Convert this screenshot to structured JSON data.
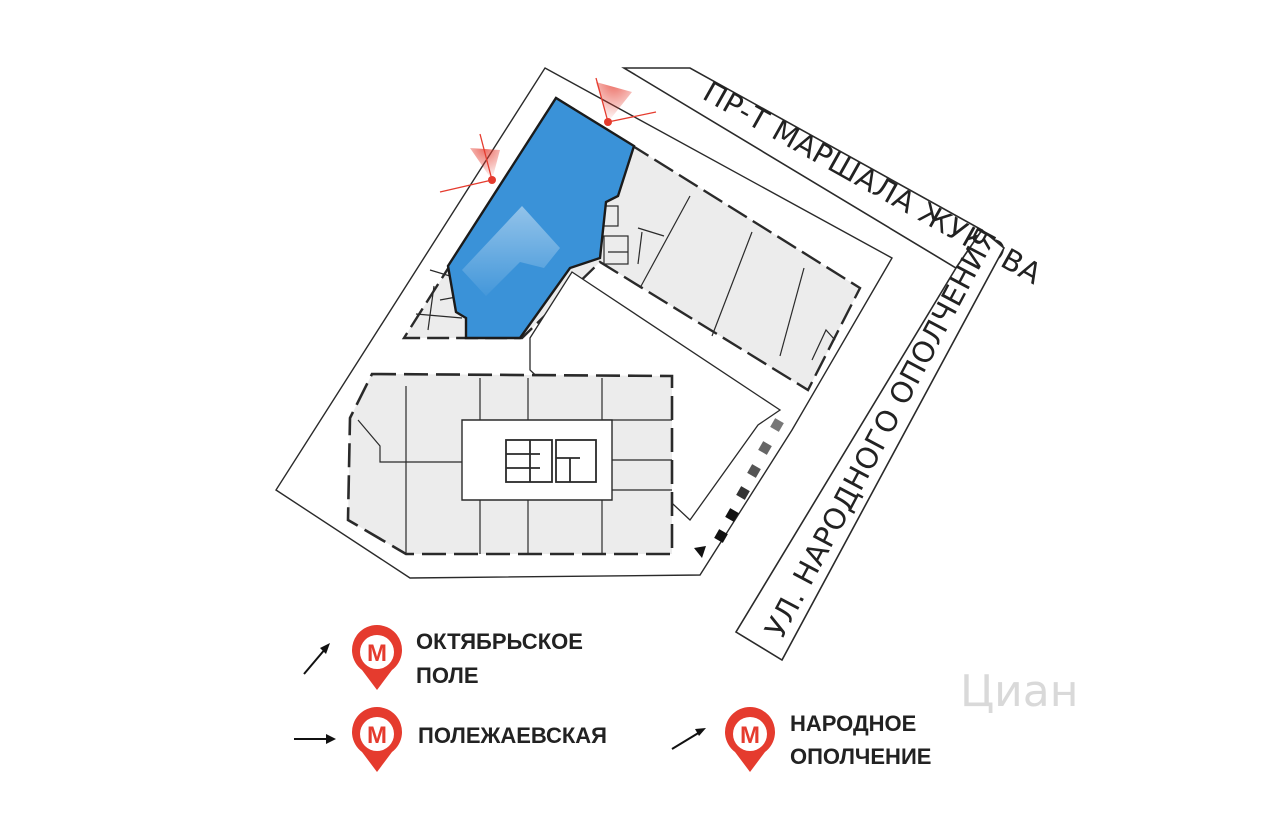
{
  "streets": {
    "north": "ПР-Т МАРШАЛА ЖУКОВА",
    "east": "УЛ. НАРОДНОГО ОПОЛЧЕНИЯ"
  },
  "metro": [
    {
      "icon": "metro-m-icon",
      "letter": "М",
      "line1": "ОКТЯБРЬСКОЕ",
      "line2": "ПОЛЕ"
    },
    {
      "icon": "metro-m-icon",
      "letter": "М",
      "line1": "ПОЛЕЖАЕВСКАЯ",
      "line2": ""
    },
    {
      "icon": "metro-m-icon",
      "letter": "М",
      "line1": "НАРОДНОЕ",
      "line2": "ОПОЛЧЕНИЕ"
    }
  ],
  "watermark": "Циан",
  "colors": {
    "highlight": "#3a92d8",
    "metro": "#e53b2e",
    "building": "#ececec",
    "outline": "#2a2a2a",
    "view_marker": "#e53b2e"
  },
  "icons": {
    "view_marker": "view-direction-icon",
    "arrow": "direction-arrow-icon"
  }
}
